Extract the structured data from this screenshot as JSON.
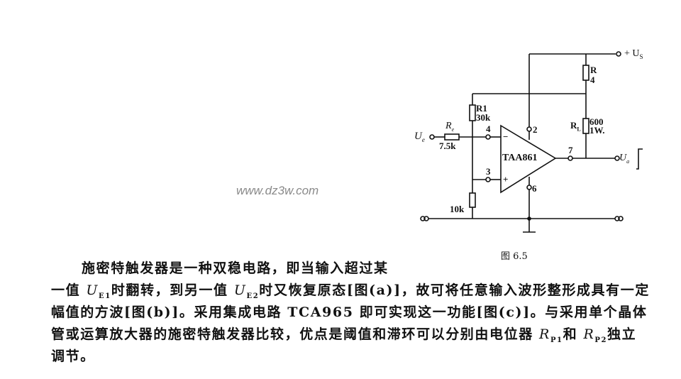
{
  "diagram": {
    "supply_label": "+ U",
    "supply_sub": "S",
    "input_label": "U",
    "input_sub": "e",
    "output_label": "U",
    "output_sub": "a",
    "re_label": "R",
    "re_sub": "e",
    "re_value": "7.5k",
    "r1_label": "R1",
    "r1_value": "30k",
    "r4_label": "R",
    "r4_value": "4",
    "rl_label": "R",
    "rl_sub": "L",
    "rl_value_1": "600",
    "rl_value_2": "1W.",
    "r_bottom_value": "10k",
    "ic_label": "TAA861",
    "pin_inv": "4",
    "pin_noninv": "3",
    "pin_supply": "2",
    "pin_ground": "6",
    "pin_out": "7",
    "minus_sign": "−",
    "plus_sign": "+",
    "caption": "图 6.5"
  },
  "watermark": "www.dz3w.com",
  "paragraph": {
    "line1": "施密特触发器是一种双稳电路，即当输入超过某",
    "line2_a": "一值 ",
    "line2_var1": "U",
    "line2_sub1": "E1",
    "line2_b": "时翻转，到另一值 ",
    "line2_var2": "U",
    "line2_sub2": "E2",
    "line2_c": "时又恢复原态[图(a)]，故可将任意输入波形整形成具有一定",
    "line3": "幅值的方波[图(b)]。采用集成电路 TCA965 即可实现这一功能[图(c)]。与采用单个晶体",
    "line4_a": "管或运算放大器的施密特触发器比较，优点是阈值和滞环可以分别由电位器 ",
    "line4_var1": "R",
    "line4_sub1": "P1",
    "line4_b": "和 ",
    "line4_var2": "R",
    "line4_sub2": "P2",
    "line4_c": "独立",
    "line5": "调节。"
  }
}
